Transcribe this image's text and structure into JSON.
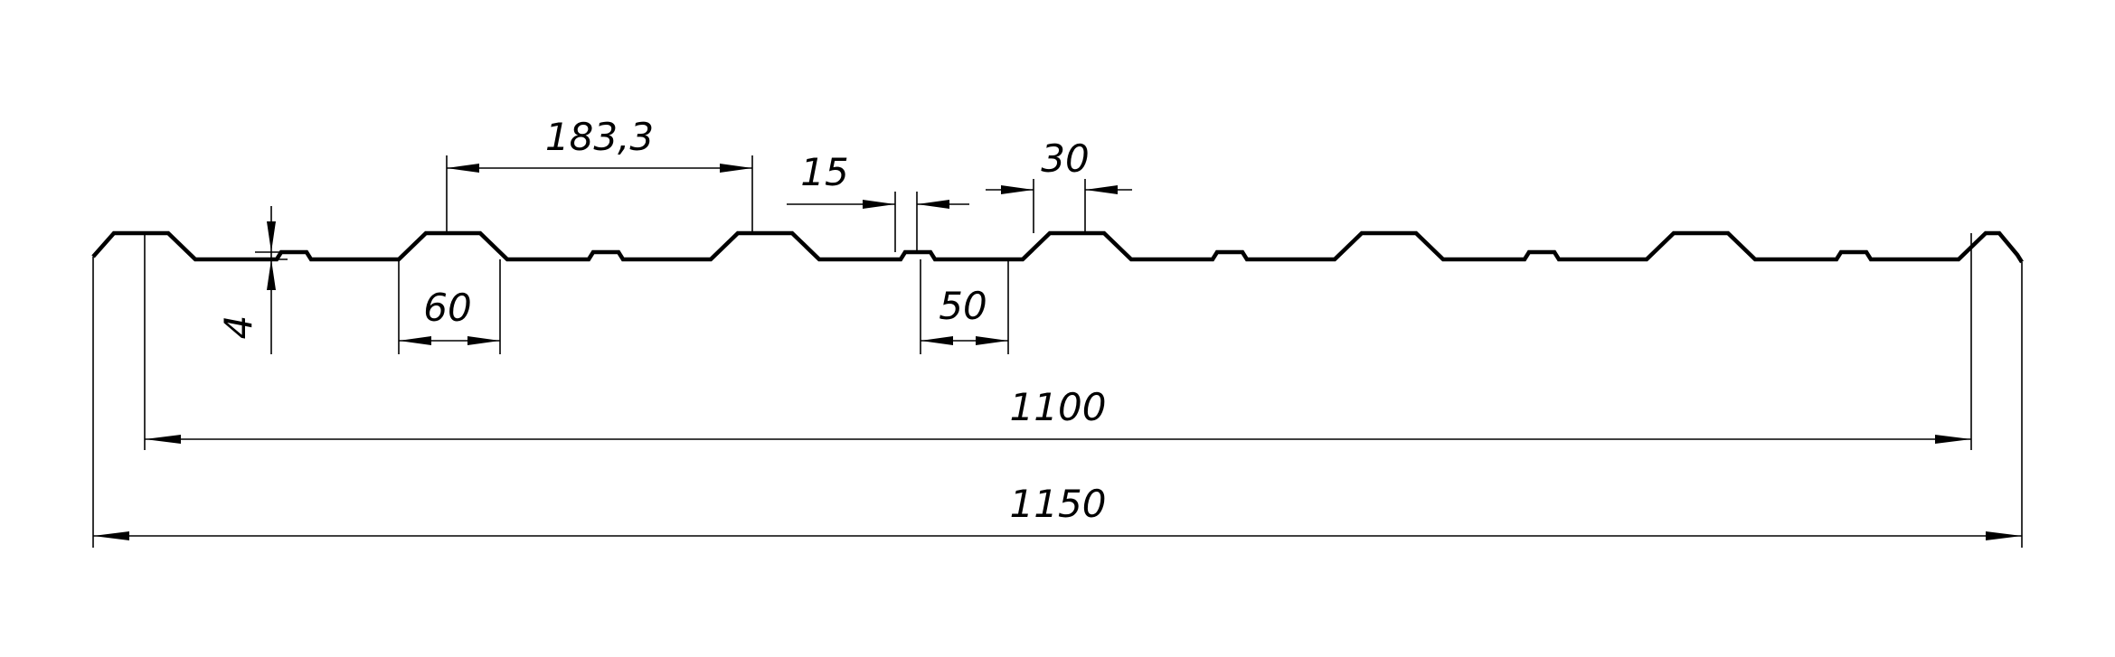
{
  "drawing": {
    "line_color": "#000000",
    "background": "#ffffff",
    "dimensions": {
      "pitch": "183,3",
      "rib_width": "15",
      "crest_width": "30",
      "base_width": "60",
      "valley_width": "50",
      "rib_height": "4",
      "working_width": "1100",
      "total_width": "1150"
    }
  }
}
